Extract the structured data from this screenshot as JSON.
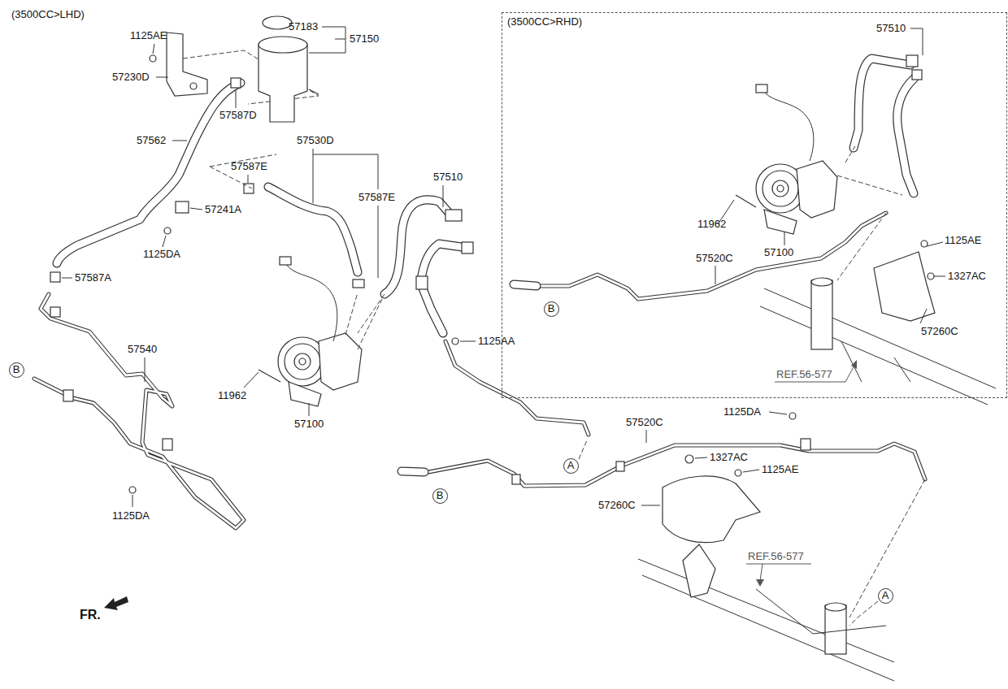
{
  "diagram": {
    "title": "(3500CC>LHD)",
    "nodes": [
      {
        "text": [
          "(3500CC>RHD)"
        ]
      },
      {
        "text": [
          "B"
        ],
        "in": 0
      },
      {
        "text": [
          "B"
        ]
      },
      {
        "text": [
          "A"
        ]
      },
      {
        "text": [
          "B"
        ]
      },
      {
        "text": [
          "A"
        ]
      }
    ],
    "labels": [
      "1125AE",
      "57230D",
      "57183",
      "57150",
      "57587D",
      "57562",
      "57530D",
      "57587E",
      "57587E",
      "57510",
      "57241A",
      "1125DA",
      "57587A",
      "57540",
      "1125AA",
      "11962",
      "57100",
      "1125DA",
      "57520C",
      "1125DA",
      "1327AC",
      "1125AE",
      "57260C",
      "REF.56-577",
      "FR.",
      "57510",
      "11962",
      "57100",
      "57520C",
      "1125AE",
      "1327AC",
      "57260C",
      "REF.56-577"
    ]
  }
}
